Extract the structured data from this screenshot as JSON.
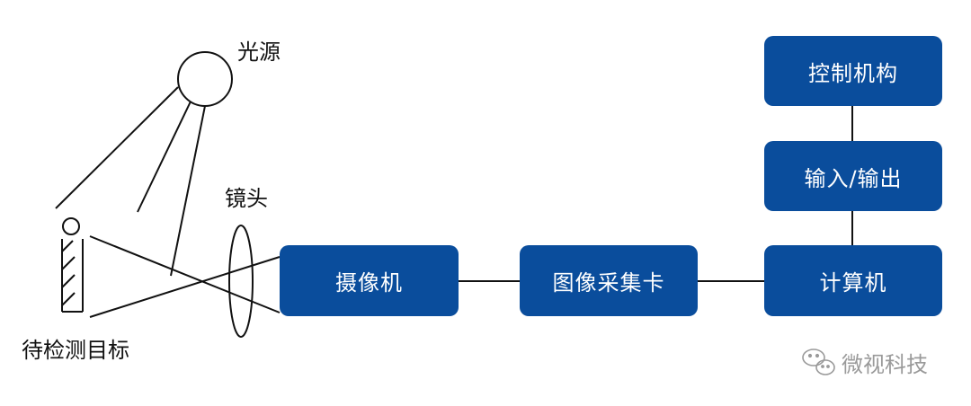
{
  "labels": {
    "light_source": "光源",
    "lens": "镜头",
    "target": "待检测目标"
  },
  "boxes": {
    "camera": "摄像机",
    "capture_card": "图像采集卡",
    "computer": "计算机",
    "io": "输入/输出",
    "control": "控制机构"
  },
  "watermark": {
    "text": "微视科技",
    "icon": "wechat-icon"
  },
  "colors": {
    "box_fill": "#0a4d9c",
    "box_text": "#ffffff",
    "line": "#111111",
    "watermark": "#9a9a9a"
  }
}
